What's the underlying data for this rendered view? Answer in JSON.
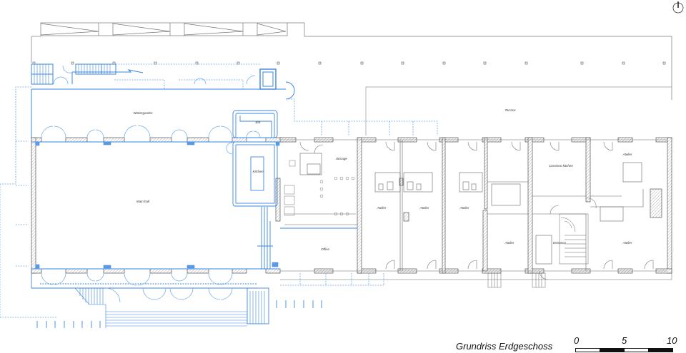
{
  "drawing": {
    "title": "Grundriss Erdgeschoss",
    "scale_bar": {
      "labels": [
        "0",
        "5",
        "10"
      ],
      "segments": [
        "white",
        "black",
        "white",
        "black"
      ]
    },
    "north_arrow": "north-arrow-icon"
  },
  "rooms": {
    "wintergarden": "Wintergarden",
    "bar": "Bar",
    "main_hall": "Main hall",
    "kitchen": "Kitchen",
    "storage": "Storage",
    "office": "Office",
    "terrace": "Terrace",
    "atelier_1": "Atelier",
    "atelier_2": "Atelier",
    "atelier_3": "Atelier",
    "atelier_4": "Atelier",
    "common_kitchen": "Common kitchen",
    "entrance": "Entrance",
    "atelier_5": "Atelier",
    "atelier_6": "Atelier"
  },
  "colors": {
    "wall_line": "#555555",
    "hatch": "#9a9a9a",
    "new_construction": "#3a86e0",
    "new_dashed": "#6aa8ea",
    "column_fill": "#5a9be6"
  }
}
